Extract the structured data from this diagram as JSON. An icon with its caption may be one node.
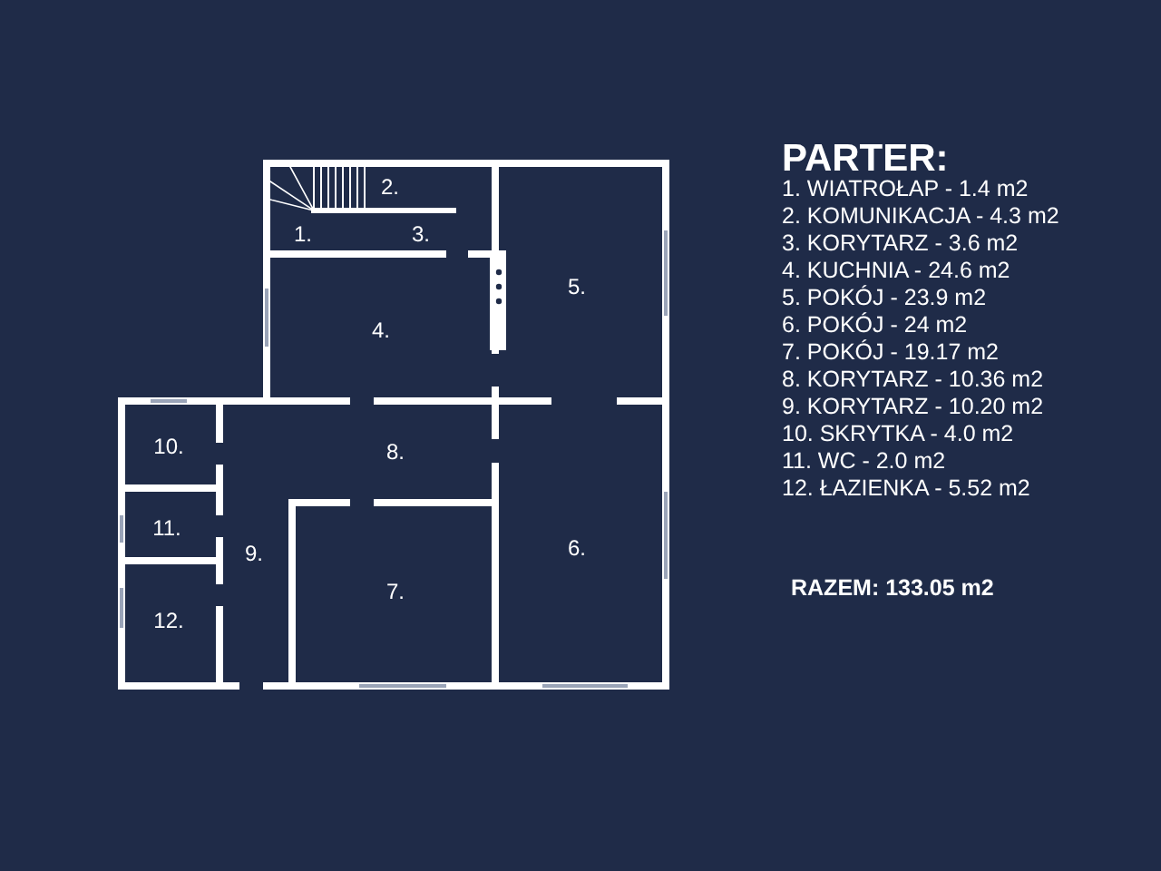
{
  "diagram": {
    "title": "PARTER:",
    "labels": [
      "2.",
      "1.",
      "3.",
      "4.",
      "5.",
      "8.",
      "10.",
      "11.",
      "9.",
      "6.",
      "7.",
      "12.",
      "1. WIATROŁAP - 1.4 m2",
      "2. KOMUNIKACJA - 4.3 m2",
      "3. KORYTARZ - 3.6 m2",
      "4. KUCHNIA - 24.6 m2",
      "5. POKÓJ - 23.9 m2",
      "6. POKÓJ - 24 m2",
      "7. POKÓJ - 19.17 m2",
      "8. KORYTARZ - 10.36 m2",
      "9. KORYTARZ - 10.20 m2",
      "10. SKRYTKA - 4.0 m2",
      "11. WC - 2.0 m2",
      "12. ŁAZIENKA - 5.52 m2",
      "RAZEM: 133.05 m2"
    ]
  }
}
